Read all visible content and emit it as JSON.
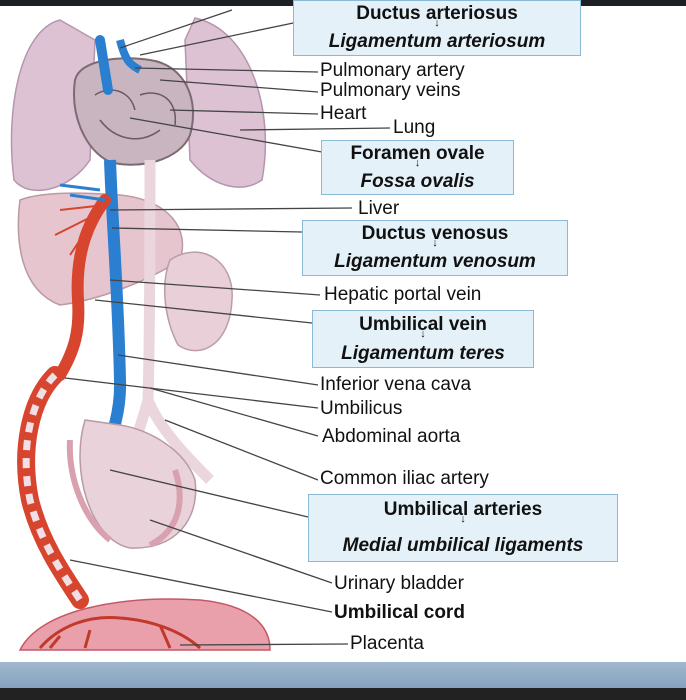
{
  "labels": {
    "ductus_arteriosus": "Ductus arteriosus",
    "ligamentum_arteriosum": "Ligamentum arteriosum",
    "pulmonary_artery": "Pulmonary artery",
    "pulmonary_veins": "Pulmonary veins",
    "heart": "Heart",
    "lung": "Lung",
    "foramen_ovale": "Foramen ovale",
    "fossa_ovalis": "Fossa ovalis",
    "liver": "Liver",
    "ductus_venosus": "Ductus venosus",
    "ligamentum_venosum": "Ligamentum venosum",
    "hepatic_portal_vein": "Hepatic portal vein",
    "umbilical_vein": "Umbilical vein",
    "ligamentum_teres": "Ligamentum teres",
    "inferior_vena_cava": "Inferior vena cava",
    "umbilicus": "Umbilicus",
    "abdominal_aorta": "Abdominal aorta",
    "common_iliac_artery": "Common iliac artery",
    "umbilical_arteries": "Umbilical arteries",
    "medial_umbilical_ligaments": "Medial umbilical ligaments",
    "urinary_bladder": "Urinary bladder",
    "umbilical_cord": "Umbilical cord",
    "placenta": "Placenta"
  },
  "arrow_glyph": "↓",
  "colors": {
    "box_fill": "#e4f1f8",
    "box_border": "#8cb9d4",
    "artery_red": "#d8452f",
    "vein_blue": "#2a7fd0",
    "lung_pink": "#d9bfd0",
    "liver_pink": "#e3c3cd",
    "leader_line": "#444444"
  }
}
